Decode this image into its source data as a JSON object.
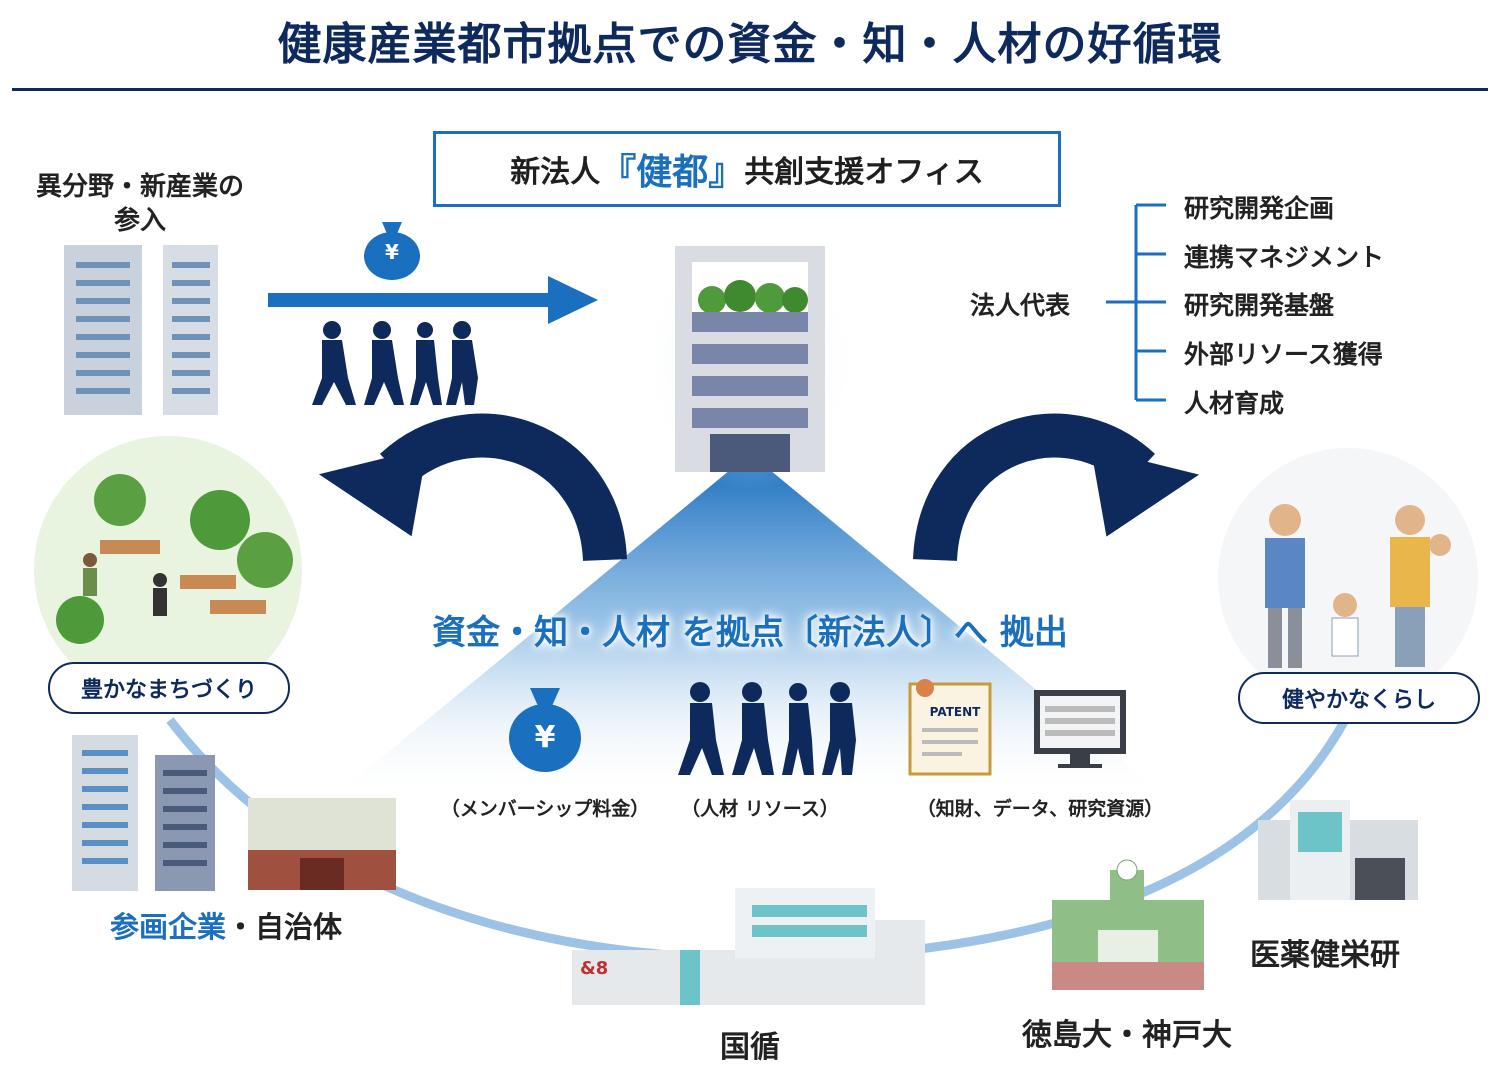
{
  "title": "健康産業都市拠点での資金・知・人材の好循環",
  "office": {
    "prefix": "新法人",
    "name": "『健都』",
    "suffix": "共創支援オフィス"
  },
  "entry": {
    "line1": "異分野・新産業の",
    "line2": "参入"
  },
  "rep": {
    "label": "法人代表",
    "items": [
      "研究開発企画",
      "連携マネジメント",
      "研究開発基盤",
      "外部リソース獲得",
      "人材育成"
    ]
  },
  "center_text": "資金・知・人材 を拠点〔新法人〕へ 拠出",
  "resources": [
    "（メンバーシップ料金）",
    "（人材 リソース）",
    "（知財、データ、研究資源）"
  ],
  "patent_label": "PATENT",
  "yen": "¥",
  "left_pill": "豊かなまちづくり",
  "right_pill": "健やかなくらし",
  "partners": {
    "companies_hl": "参画企業",
    "companies_rest": "・自治体",
    "ncvc": "国循",
    "univ": "徳島大・神戸大",
    "nibiohn": "医薬健栄研"
  },
  "logo_text": "&8",
  "colors": {
    "navy": "#0e2a5c",
    "blue": "#1b6fbf",
    "light_blue": "#9cc3e6"
  }
}
